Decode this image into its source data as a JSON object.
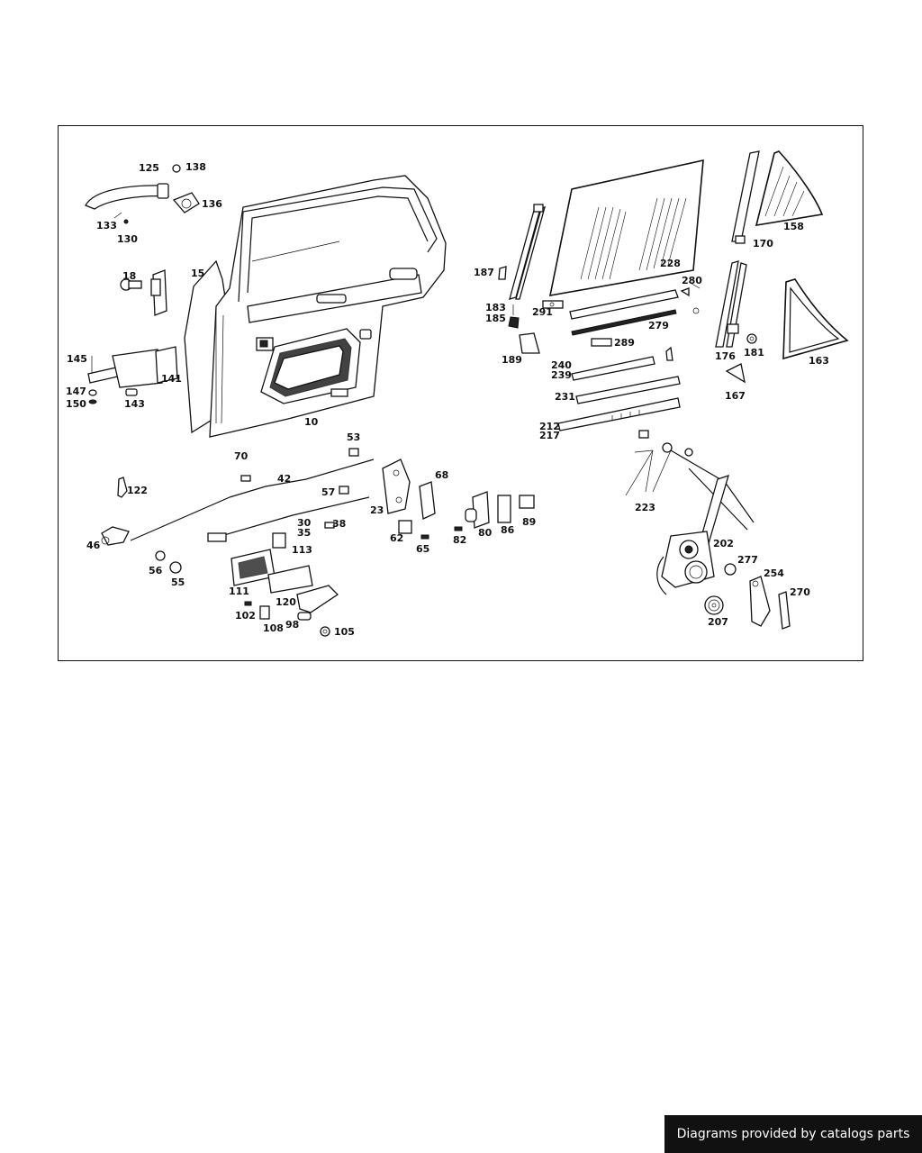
{
  "diagram": {
    "labels": [
      "125",
      "138",
      "136",
      "133",
      "130",
      "18",
      "15",
      "145",
      "141",
      "147",
      "150",
      "143",
      "10",
      "187",
      "183",
      "185",
      "189",
      "228",
      "158",
      "170",
      "280",
      "291",
      "279",
      "289",
      "176",
      "181",
      "163",
      "240",
      "239",
      "231",
      "167",
      "212",
      "217",
      "53",
      "70",
      "42",
      "122",
      "57",
      "68",
      "23",
      "46",
      "30",
      "35",
      "38",
      "113",
      "62",
      "65",
      "82",
      "80",
      "86",
      "89",
      "223",
      "202",
      "277",
      "254",
      "270",
      "207",
      "56",
      "55",
      "111",
      "120",
      "102",
      "108",
      "98",
      "105"
    ]
  },
  "footer": {
    "credit": "Diagrams provided by catalogs parts"
  },
  "colors": {
    "ink": "#111111",
    "background": "#ffffff",
    "badge": "#111111"
  }
}
